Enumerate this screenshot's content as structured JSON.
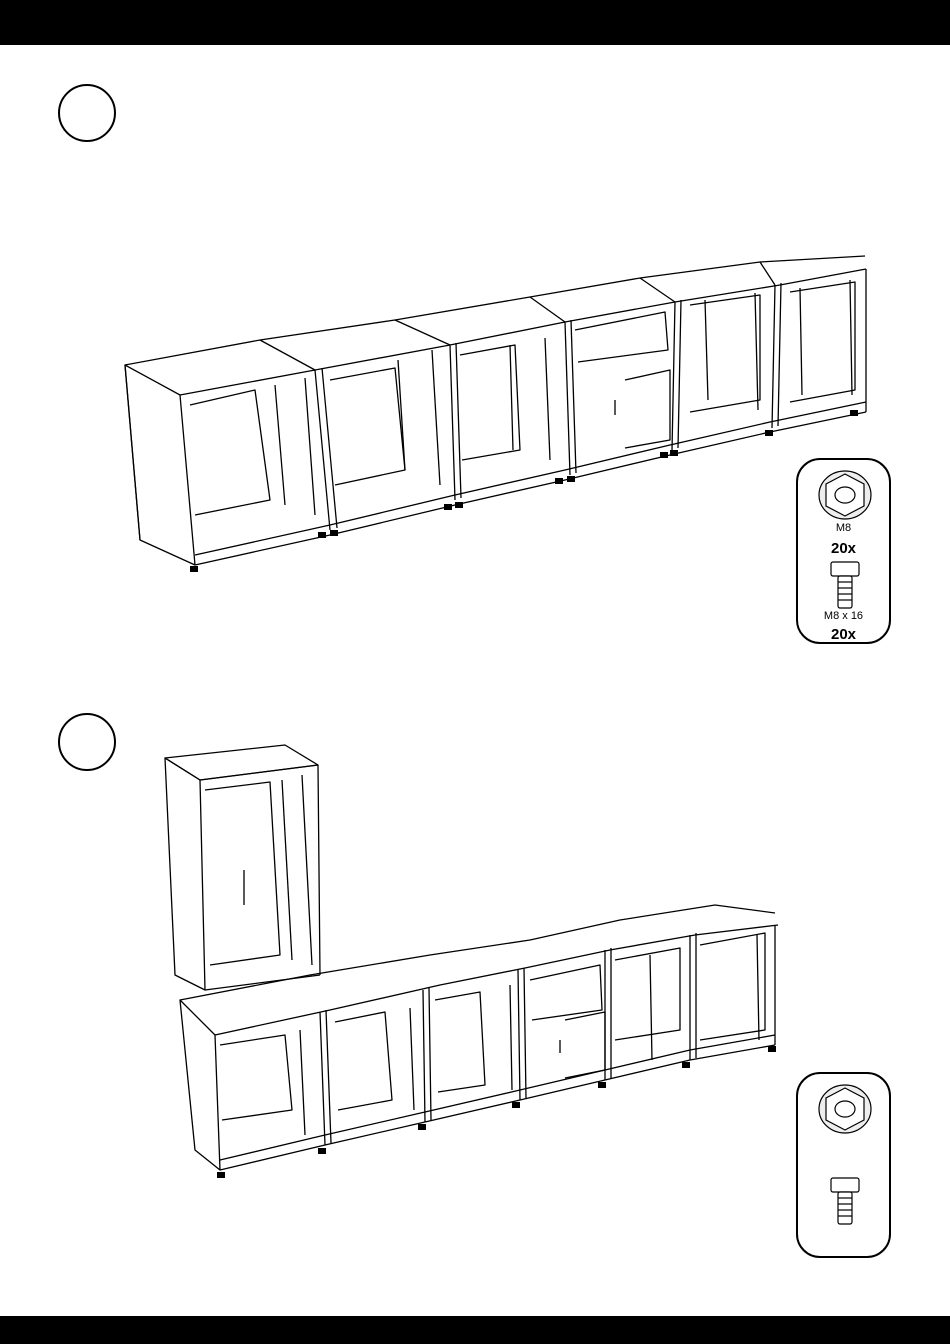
{
  "step1": {
    "hardware": {
      "nut_label": "M8",
      "nut_qty": "20x",
      "bolt_label": "M8 x 16",
      "bolt_qty": "20x"
    }
  },
  "step2": {
    "hardware": {}
  }
}
